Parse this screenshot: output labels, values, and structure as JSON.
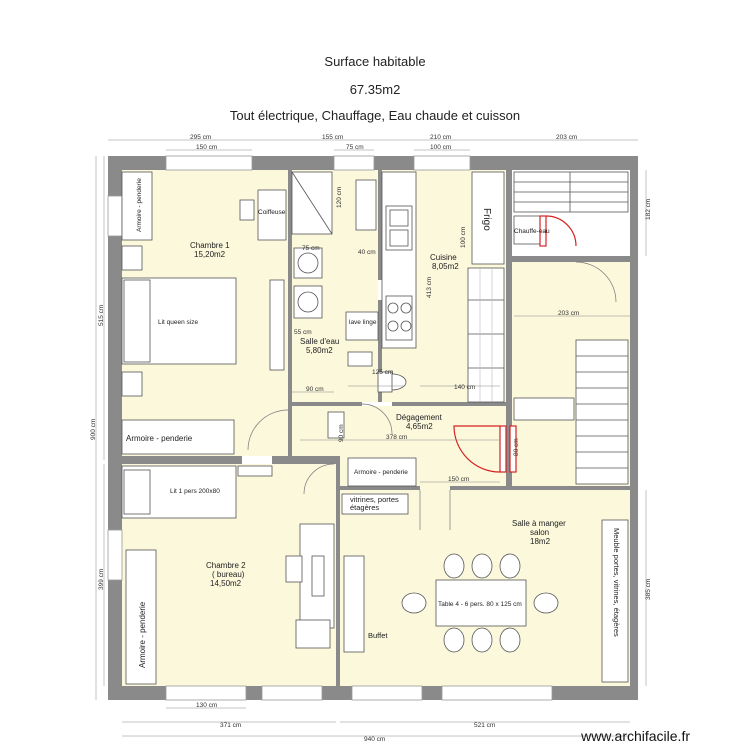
{
  "header": {
    "line1": "Surface habitable",
    "line2": "67.35m2",
    "line3": "Tout électrique, Chauffage, Eau chaude et cuisson"
  },
  "watermark": "www.archifacile.fr",
  "rooms": {
    "chambre1": {
      "name": "Chambre 1",
      "area": "15,20m2"
    },
    "salle_eau": {
      "name": "Salle d'eau",
      "area": "5,80m2"
    },
    "cuisine": {
      "name": "Cuisine",
      "area": "8,05m2"
    },
    "degagement": {
      "name": "Dégagement",
      "area": "4,65m2"
    },
    "chambre2": {
      "name": "Chambre 2",
      "sub": "( bureau)",
      "area": "14,50m2"
    },
    "salle_manger": {
      "name": "Salle à manger",
      "sub": "salon",
      "area": "18m2"
    }
  },
  "furniture": {
    "coiffeuse": "Coiffeuse",
    "armoire": "Armoire - penderie",
    "lit_queen": "Lit queen size",
    "lit_1pers": "Lit 1 pers 200x80",
    "frigo": "Frigo",
    "lave_linge": "lave linge",
    "chauffe_eau": "Chauffe-eau",
    "vitrines1": "vitrines, portes",
    "vitrines2": "étagères",
    "buffet": "Buffet",
    "table": "Table 4 - 6  pers. 80 x 125 cm",
    "meuble": "Meuble portes, vitrines, étagères"
  },
  "dims": {
    "top_295": "295 cm",
    "top_155": "155 cm",
    "top_210": "210 cm",
    "top_203": "203 cm",
    "top_150": "150 cm",
    "top_75": "75 cm",
    "top_100": "100 cm",
    "left_515": "515 cm",
    "left_900": "900 cm",
    "left_399": "399 cm",
    "right_182": "182 cm",
    "right_385": "385 cm",
    "bot_130": "130 cm",
    "bot_371": "371 cm",
    "bot_521": "521 cm",
    "bot_940": "940 cm",
    "d_203b": "203 cm",
    "d_120": "120 cm",
    "d_75b": "75 cm",
    "d_40": "40 cm",
    "d_55": "55 cm",
    "d_90": "90 cm",
    "d_125": "125 cm",
    "d_140": "140 cm",
    "d_413": "413 cm",
    "d_100c": "100 cm",
    "d_378": "378 cm",
    "d_150c": "150 cm",
    "d_90b": "90 cm",
    "d_80": "80 cm"
  }
}
